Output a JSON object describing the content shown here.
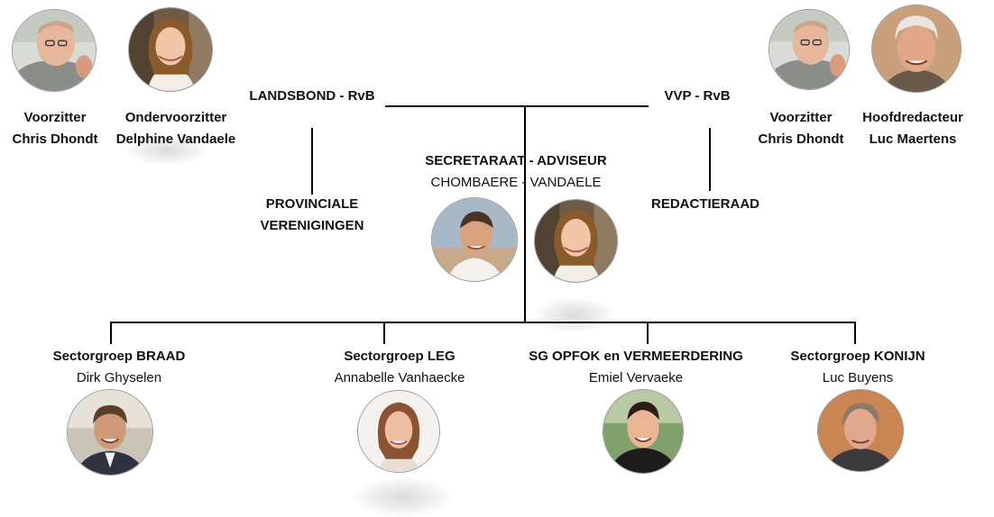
{
  "landsbond": {
    "title": "LANDSBOND - RvB",
    "voorzitter": {
      "role": "Voorzitter",
      "name": "Chris Dhondt"
    },
    "ondervoorzitter": {
      "role": "Ondervoorzitter",
      "name": "Delphine Vandaele"
    },
    "child_line1": "PROVINCIALE",
    "child_line2": "VERENIGINGEN"
  },
  "vvp": {
    "title": "VVP - RvB",
    "voorzitter": {
      "role": "Voorzitter",
      "name": "Chris Dhondt"
    },
    "hoofdredacteur": {
      "role": "Hoofdredacteur",
      "name": "Luc Maertens"
    },
    "child": "REDACTIERAAD"
  },
  "secretariaat": {
    "title": "SECRETARAAT  - ADVISEUR",
    "names": "CHOMBAERE - VANDAELE"
  },
  "sectorgroepen": [
    {
      "title": "Sectorgroep BRAAD",
      "name": "Dirk Ghyselen"
    },
    {
      "title": "Sectorgroep LEG",
      "name": "Annabelle Vanhaecke"
    },
    {
      "title": "SG OPFOK en VERMEERDERING",
      "name": "Emiel Vervaeke"
    },
    {
      "title": "Sectorgroep KONIJN",
      "name": "Luc Buyens"
    }
  ]
}
